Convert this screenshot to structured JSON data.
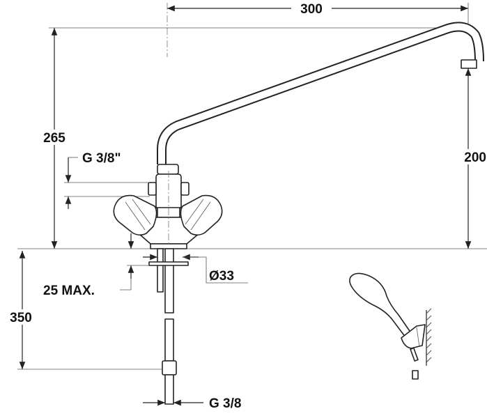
{
  "drawing": {
    "dimensions": {
      "spout_reach": "300",
      "total_height": "265",
      "spout_height": "200",
      "inlet_thread_top": "G 3/8\"",
      "base_diameter": "Ø33",
      "max_deck_thickness": "25 MAX.",
      "shank_length": "350",
      "inlet_thread_bottom": "G 3/8"
    },
    "colors": {
      "line": "#222222",
      "background": "#ffffff"
    }
  }
}
